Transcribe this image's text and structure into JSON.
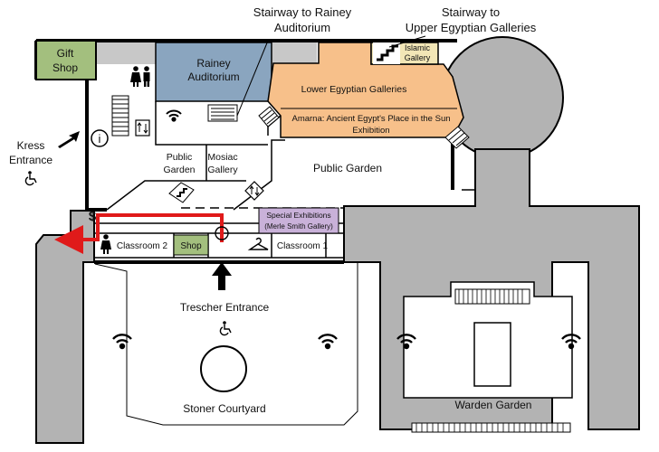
{
  "callouts": {
    "rainey_stair_line1": "Stairway to Rainey",
    "rainey_stair_line2": "Auditorium",
    "upper_stair_line1": "Stairway to",
    "upper_stair_line2": "Upper Egyptian Galleries"
  },
  "rooms": {
    "gift_shop_line1": "Gift",
    "gift_shop_line2": "Shop",
    "rainey_line1": "Rainey",
    "rainey_line2": "Auditorium",
    "islamic_line1": "Islamic",
    "islamic_line2": "Gallery",
    "lower_egyptian": "Lower Egyptian Galleries",
    "amarna_line1": "Amarna: Ancient Egypt's Place in the Sun",
    "amarna_line2": "Exhibition",
    "public_garden_small_line1": "Public",
    "public_garden_small_line2": "Garden",
    "mosaic_line1": "Mosiac",
    "mosaic_line2": "Gallery",
    "public_garden_large": "Public Garden",
    "special_line1": "Special Exhibitions",
    "special_line2": "(Merle Smith Gallery)",
    "classroom2": "Classroom 2",
    "shop": "Shop",
    "classroom1": "Classroom 1",
    "stoner": "Stoner Courtyard",
    "warden": "Warden Garden"
  },
  "entrances": {
    "kress_line1": "Kress",
    "kress_line2": "Entrance",
    "trescher": "Trescher Entrance"
  },
  "symbols": {
    "info": "i",
    "dollar": "$"
  },
  "icons": [
    "wifi-icon",
    "restroom-icon",
    "accessible-icon",
    "elevator-icon",
    "stairs-icon",
    "coat-check-icon",
    "info-icon"
  ],
  "colors": {
    "gift_shop": "#a3bf7e",
    "rainey": "#8aa5bf",
    "egyptian": "#f7c08a",
    "islamic": "#f2e6b6",
    "special": "#c9b1d9",
    "building_gray": "#b3b3b3",
    "route": "#e01a1a"
  }
}
